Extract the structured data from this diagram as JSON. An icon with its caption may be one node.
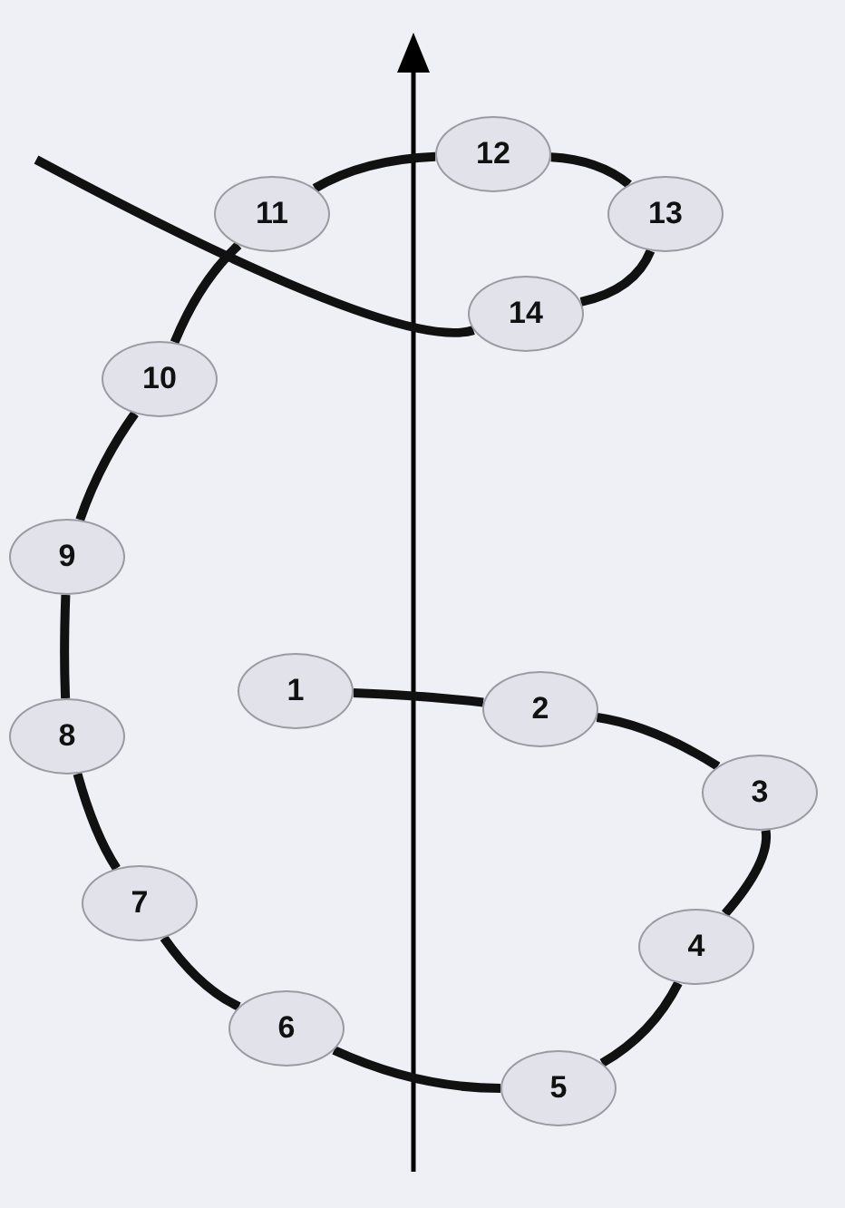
{
  "diagram": {
    "nodes": [
      {
        "text": [
          "1"
        ]
      },
      {
        "text": [
          "2"
        ]
      },
      {
        "text": [
          "3"
        ]
      },
      {
        "text": [
          "4"
        ]
      },
      {
        "text": [
          "5"
        ]
      },
      {
        "text": [
          "6"
        ]
      },
      {
        "text": [
          "7"
        ]
      },
      {
        "text": [
          "8"
        ]
      },
      {
        "text": [
          "9"
        ]
      },
      {
        "text": [
          "10"
        ]
      },
      {
        "text": [
          "11"
        ]
      },
      {
        "text": [
          "12"
        ]
      },
      {
        "text": [
          "13"
        ]
      },
      {
        "text": [
          "14"
        ]
      }
    ],
    "edges": [
      {
        "from": 0,
        "to": 1,
        "arrow": "none"
      },
      {
        "from": 1,
        "to": 2,
        "arrow": "none"
      },
      {
        "from": 2,
        "to": 3,
        "arrow": "none"
      },
      {
        "from": 3,
        "to": 4,
        "arrow": "none"
      },
      {
        "from": 4,
        "to": 5,
        "arrow": "none"
      },
      {
        "from": 5,
        "to": 6,
        "arrow": "none"
      },
      {
        "from": 6,
        "to": 7,
        "arrow": "none"
      },
      {
        "from": 7,
        "to": 8,
        "arrow": "none"
      },
      {
        "from": 8,
        "to": 9,
        "arrow": "none"
      },
      {
        "from": 9,
        "to": 10,
        "arrow": "none"
      },
      {
        "from": 10,
        "to": 11,
        "arrow": "none"
      },
      {
        "from": 11,
        "to": 12,
        "arrow": "none"
      },
      {
        "from": 12,
        "to": 13,
        "arrow": "none"
      },
      {
        "from": 13,
        "to": null,
        "arrow": "none"
      }
    ]
  }
}
